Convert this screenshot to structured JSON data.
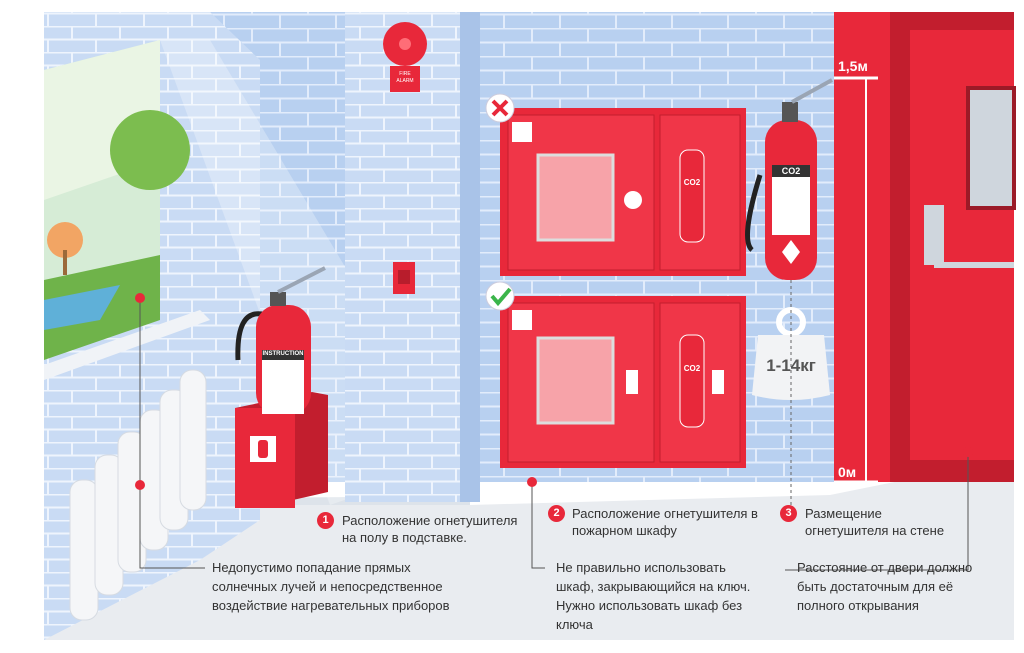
{
  "colors": {
    "wall": "#b8d0f0",
    "brick_line": "#e2ecfb",
    "red": "#e8283a",
    "dark_red": "#c21e2e",
    "floor": "#e9ecf0"
  },
  "alarm": {
    "line1": "FIRE",
    "line2": "ALARM"
  },
  "extinguisher_floor": {
    "label": "INSTRUCTION"
  },
  "extinguisher_wall": {
    "label": "CO2"
  },
  "cabinet_small_label": "CO2",
  "weight_label": "1-14кг",
  "scale": {
    "top": "1,5м",
    "bottom": "0м"
  },
  "callouts": [
    {
      "num": "1",
      "title": "Расположение огнетушителя на полу в подставке."
    },
    {
      "num": "2",
      "title": "Расположение огнетушителя в пожарном шкафу"
    },
    {
      "num": "3",
      "title": "Размещение огнетушителя на стене"
    }
  ],
  "notes": {
    "sunlight": "Недопустимо попадание прямых солнечных лучей и непосредственное воздействие нагревательных приборов",
    "cabinet": "Не правильно использовать шкаф, закрывающийся на ключ. Нужно использовать шкаф без ключа",
    "door": "Расстояние от двери должно быть достаточным для её полного открывания"
  }
}
